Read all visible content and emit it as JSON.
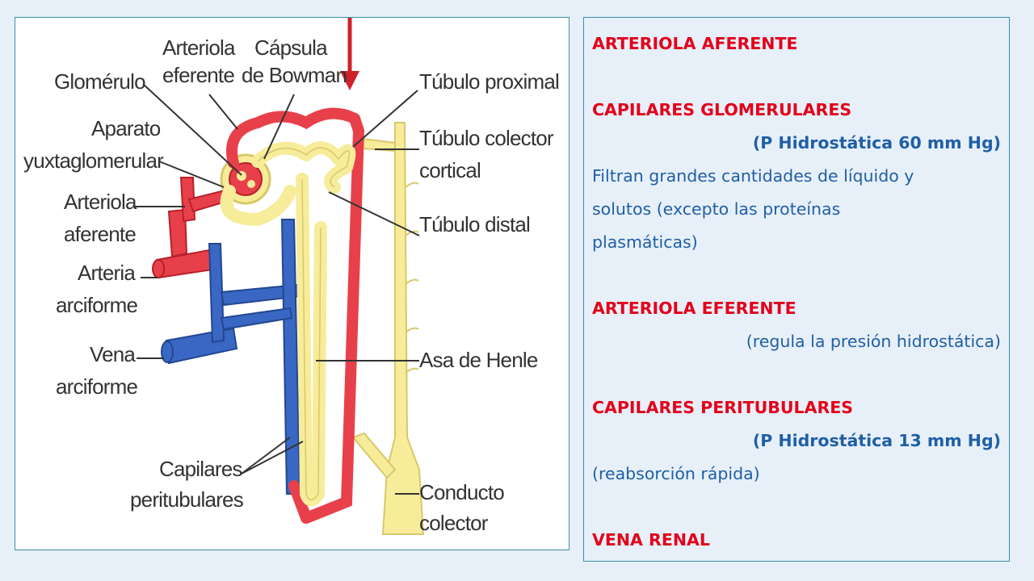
{
  "diagram": {
    "labels": {
      "glomerulo": "Glomérulo",
      "arteriola_eferente_1": "Arteriola",
      "arteriola_eferente_2": "eferente",
      "capsula_1": "Cápsula",
      "capsula_2": "de Bowman",
      "tubulo_proximal": "Túbulo proximal",
      "aparato_1": "Aparato",
      "aparato_2": "yuxtaglomerular",
      "tubulo_colector_1": "Túbulo colector",
      "tubulo_colector_2": "cortical",
      "arteriola_aferente_1": "Arteriola",
      "arteriola_aferente_2": "aferente",
      "tubulo_distal": "Túbulo distal",
      "arteria_1": "Arteria",
      "arteria_2": "arciforme",
      "vena_1": "Vena",
      "vena_2": "arciforme",
      "asa_henle": "Asa de Henle",
      "capilares_1": "Capilares",
      "capilares_2": "peritubulares",
      "conducto_1": "Conducto",
      "conducto_2": "colector"
    },
    "colors": {
      "arterial": "#e8404a",
      "venous": "#3a67c4",
      "tubule": "#f7ec9a",
      "accent_red": "#e3001b"
    }
  },
  "notes": {
    "afferent_title": "ARTERIOLA AFERENTE",
    "glomerular_title": "CAPILARES GLOMERULARES",
    "glomerular_pressure": "(P Hidrostática 60 mm Hg)",
    "glomerular_text_1": "Filtran grandes cantidades de líquido y",
    "glomerular_text_2": "solutos (excepto las proteínas",
    "glomerular_text_3": "plasmáticas)",
    "efferent_title": "ARTERIOLA EFERENTE",
    "efferent_text": "(regula la presión hidrostática)",
    "peritubular_title": "CAPILARES PERITUBULARES",
    "peritubular_pressure": "(P Hidrostática 13 mm Hg)",
    "peritubular_text": "(reabsorción rápida)",
    "renal_vein_title": "VENA RENAL"
  }
}
